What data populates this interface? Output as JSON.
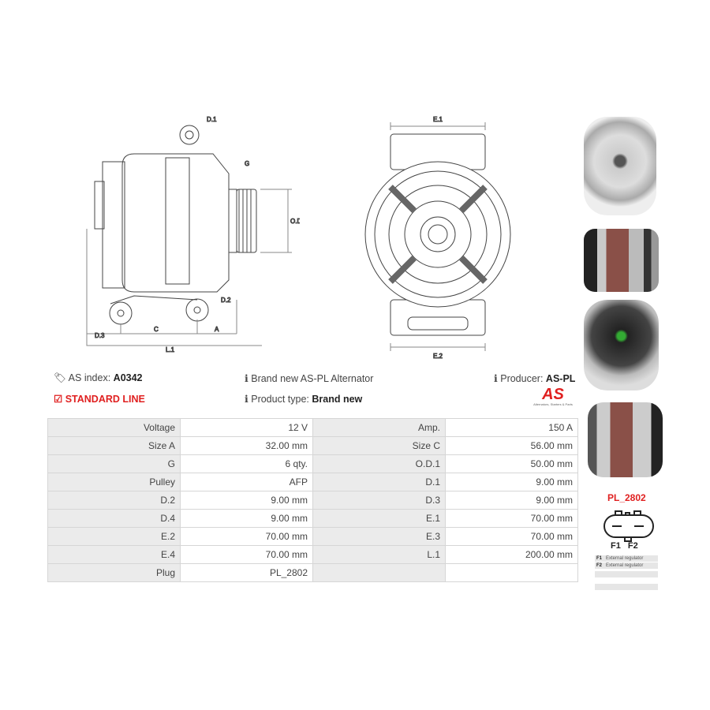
{
  "header": {
    "as_index_label": "AS index:",
    "as_index_value": "A0342",
    "line": "STANDARD LINE",
    "description": "Brand new AS-PL Alternator",
    "product_type_label": "Product type:",
    "product_type_value": "Brand new",
    "producer_label": "Producer:",
    "producer_value": "AS-PL",
    "logo_text": "AS",
    "logo_tagline": "Alternators, Starters & Parts"
  },
  "diagram_labels": {
    "d1": "D.1",
    "g": "G",
    "od1": "O.D.1",
    "d2": "D.2",
    "d3": "D.3",
    "c": "C",
    "a": "A",
    "l1": "L.1",
    "e1": "E.1",
    "e2": "E.2"
  },
  "specs": [
    [
      "Voltage",
      "12 V",
      "Amp.",
      "150 A"
    ],
    [
      "Size A",
      "32.00 mm",
      "Size C",
      "56.00 mm"
    ],
    [
      "G",
      "6 qty.",
      "O.D.1",
      "50.00 mm"
    ],
    [
      "Pulley",
      "AFP",
      "D.1",
      "9.00 mm"
    ],
    [
      "D.2",
      "9.00 mm",
      "D.3",
      "9.00 mm"
    ],
    [
      "D.4",
      "9.00 mm",
      "E.1",
      "70.00 mm"
    ],
    [
      "E.2",
      "70.00 mm",
      "E.3",
      "70.00 mm"
    ],
    [
      "E.4",
      "70.00 mm",
      "L.1",
      "200.00 mm"
    ],
    [
      "Plug",
      "PL_2802",
      "",
      ""
    ]
  ],
  "plug": {
    "name": "PL_2802",
    "pin1": "F1",
    "pin2": "F2",
    "rows": [
      [
        "F1",
        "External regulator"
      ],
      [
        "F2",
        "External regulator"
      ],
      [
        "",
        ""
      ],
      [
        "",
        ""
      ]
    ]
  },
  "colors": {
    "accent": "#e02020",
    "label_bg": "#ebebeb"
  }
}
